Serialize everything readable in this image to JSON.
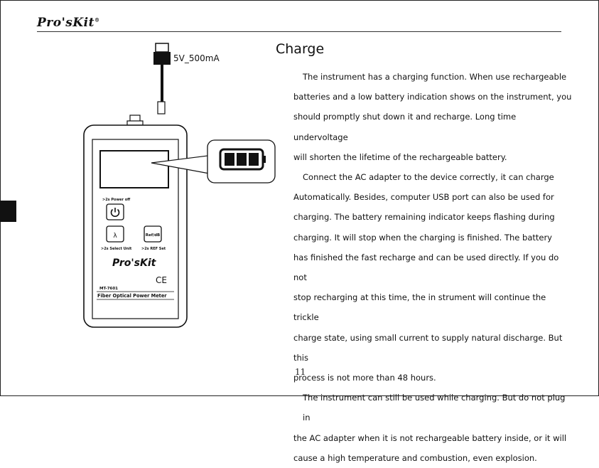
{
  "header": {
    "brand_text": "Pro'sKit",
    "brand_mark": "®"
  },
  "section": {
    "title": "Charge"
  },
  "paragraphs": [
    {
      "lines": [
        "The instrument has a charging function. When use rechargeable",
        "batteries and a low battery indication shows on the instrument, you",
        "should promptly shut down it and recharge. Long time undervoltage",
        "will shorten the lifetime of the rechargeable battery."
      ]
    },
    {
      "lines": [
        "Connect the AC adapter to the device correctly, it can charge",
        "Automatically. Besides, computer USB port can also be used for",
        "charging. The battery remaining indicator keeps flashing during",
        "charging. It will stop when the charging is finished. The battery",
        "has finished the fast recharge and can be used directly. If you do not",
        "stop recharging at this time, the in strument will continue the trickle",
        "charge state, using small current to supply natural discharge. But this",
        "process is not more than 48 hours."
      ]
    },
    {
      "lines": [
        "The instrument can still be used while charging. But do not plug in",
        "the AC adapter when it is not rechargeable battery inside, or  it will",
        "cause a high temperature and combustion, even explosion."
      ]
    }
  ],
  "illustration": {
    "adapter_label": "5V_500mA",
    "power_hint": ">2s Power off",
    "lambda_symbol": "λ",
    "lambda_hint": ">2s Select Unit",
    "ref_button": "Ref/dB",
    "ref_hint": ">2s REF Set",
    "device_brand": "Pro'sKit",
    "ce_mark": "CE",
    "model": "MT-7601",
    "product_name": "Fiber Optical Power Meter",
    "icons": [
      "usb-plug-icon",
      "power-icon",
      "battery-full-icon"
    ]
  },
  "footer": {
    "page_number": "11"
  }
}
